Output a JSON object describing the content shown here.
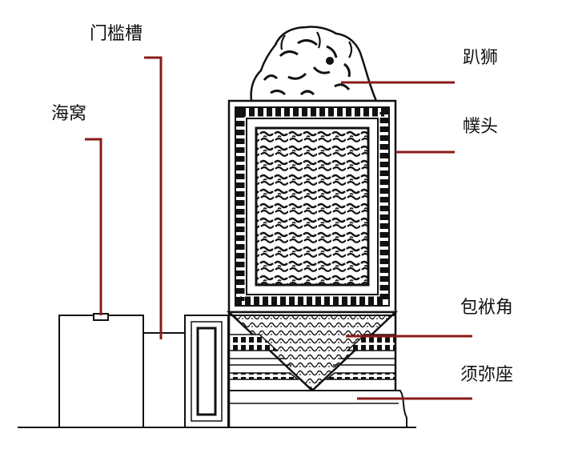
{
  "labels": {
    "haiwo": "海窝",
    "menkancao": "门槛槽",
    "pashi": "趴狮",
    "putou": "幞头",
    "baofujiao": "包袱角",
    "xumizuo": "须弥座"
  },
  "colors": {
    "leader": "#8b1a1a",
    "ink": "#111111"
  }
}
